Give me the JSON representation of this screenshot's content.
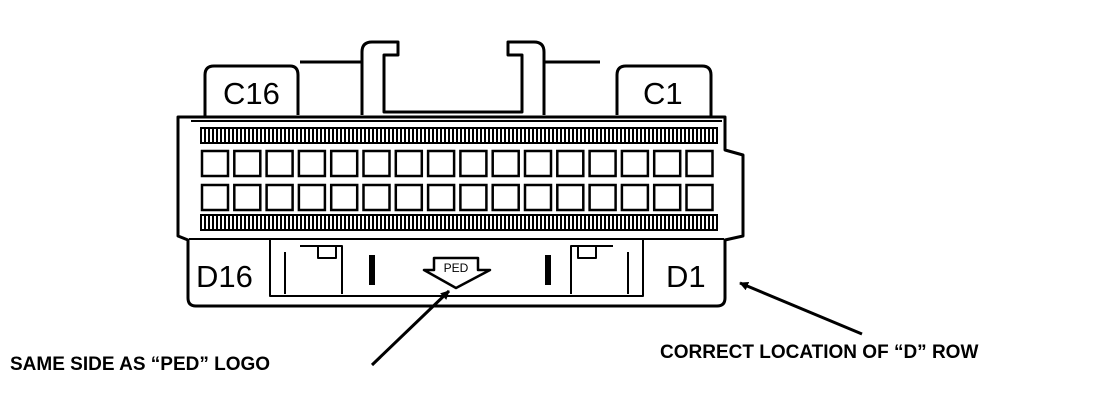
{
  "connector": {
    "pin_labels": {
      "c_left": "C16",
      "c_right": "C1",
      "d_left": "D16",
      "d_right": "D1"
    },
    "logo": "PED",
    "cavity_rows": 2,
    "cavities_per_row": 16
  },
  "callouts": {
    "left": "SAME SIDE AS “PED” LOGO",
    "right": "CORRECT LOCATION OF “D” ROW"
  }
}
